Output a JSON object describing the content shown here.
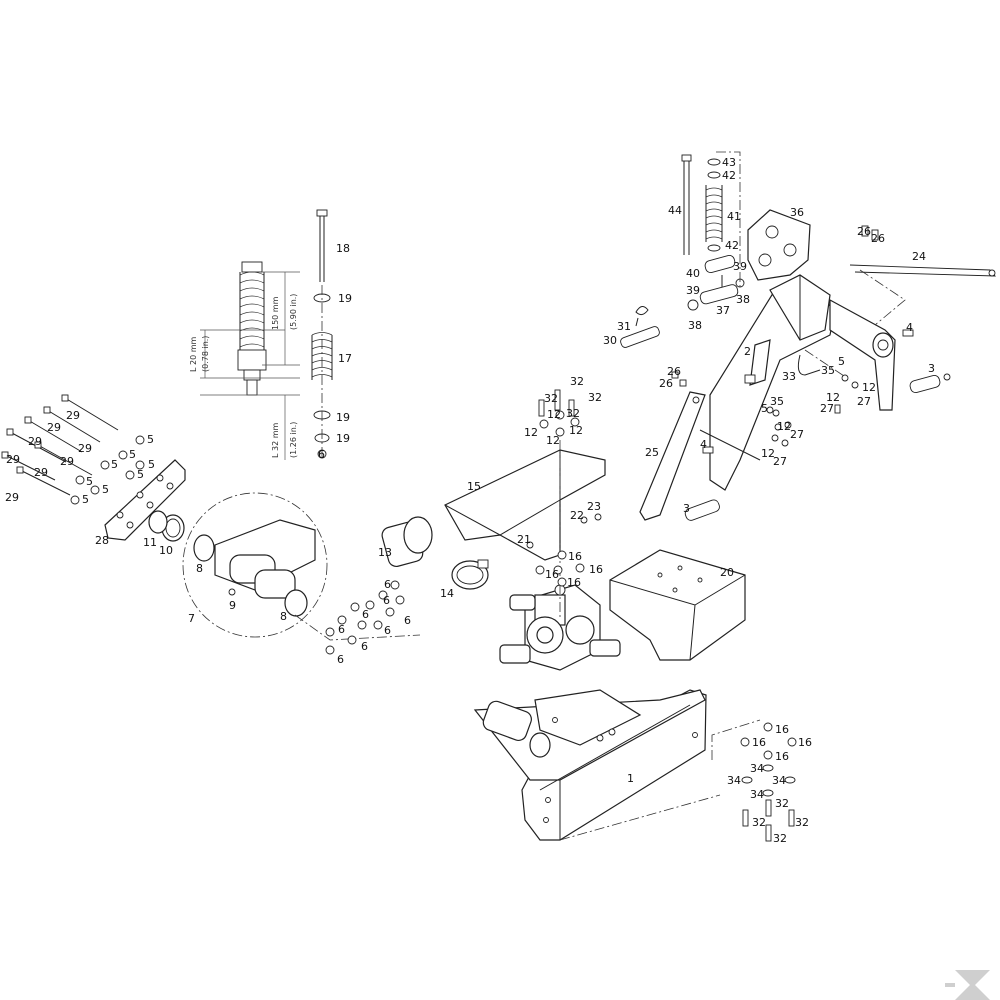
{
  "labels": {
    "n1": "1",
    "n2": "2",
    "n3": "3",
    "n4": "4",
    "n5": "5",
    "n6": "6",
    "n7": "7",
    "n8": "8",
    "n9": "9",
    "n10": "10",
    "n11": "11",
    "n12": "12",
    "n13": "13",
    "n14": "14",
    "n15": "15",
    "n16": "16",
    "n17": "17",
    "n18": "18",
    "n19": "19",
    "n20": "20",
    "n21": "21",
    "n22": "22",
    "n23": "23",
    "n24": "24",
    "n25": "25",
    "n26": "26",
    "n27": "27",
    "n28": "28",
    "n29": "29",
    "n30": "30",
    "n31": "31",
    "n32": "32",
    "n33": "33",
    "n34": "34",
    "n35": "35",
    "n36": "36",
    "n37": "37",
    "n38": "38",
    "n39": "39",
    "n40": "40",
    "n41": "41",
    "n42": "42",
    "n43": "43",
    "n44": "44"
  },
  "dimensions": {
    "d150": "150 mm",
    "d150in": "(5.90 in.)",
    "d20": "L 20 mm",
    "d20in": "(0.78 in.)",
    "d32": "L 32 mm",
    "d32in": "(1.26 in.)"
  },
  "logo": {
    "icon": "k-logo-icon",
    "color": "#cfcfcf"
  }
}
